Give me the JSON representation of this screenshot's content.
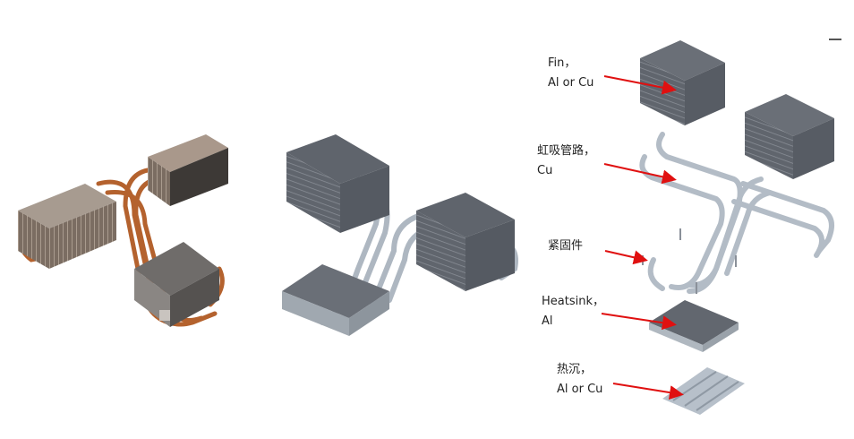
{
  "labels": {
    "fin": {
      "line1": "Fin，",
      "line2": "Al or Cu"
    },
    "siphon": {
      "line1": "虹吸管路，",
      "line2": "Cu"
    },
    "fastener": {
      "line1": "紧固件"
    },
    "heatsink": {
      "line1": "Heatsink，",
      "line2": "Al"
    },
    "heat_spreader": {
      "line1": "热沉，",
      "line2": "Al or Cu"
    }
  },
  "colors": {
    "arrow": "#e01010",
    "fin_gray": "#5f646c",
    "pipe": "#b9c2cc",
    "copper": "#b4622e"
  }
}
